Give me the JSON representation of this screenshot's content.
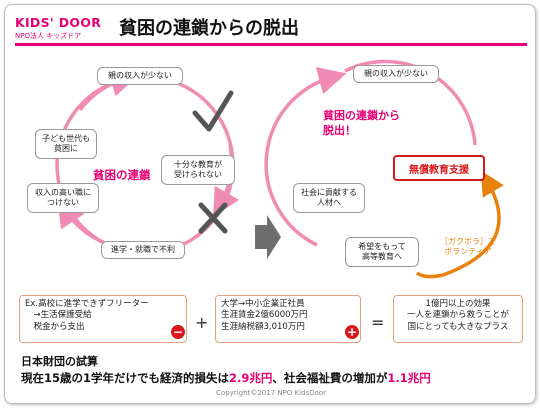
{
  "header": {
    "logo_main": "KIDS' DOOR",
    "logo_sub": "NPO法人 キッズドア",
    "title": "貧困の連鎖からの脱出"
  },
  "left_cycle": {
    "label": "貧困の連鎖",
    "nodes": [
      "親の収入が少ない",
      "十分な教育が\n受けられない",
      "進学・就職で不利",
      "収入の高い職に\nつけない",
      "子ども世代も\n貧困に"
    ]
  },
  "right_cycle": {
    "label": "貧困の連鎖から\n脱出！",
    "nodes": [
      "親の収入が少ない",
      "希望をもって\n高等教育へ",
      "社会に貢献する\n人材へ"
    ],
    "highlight": "無償教育支援",
    "volunteer": "［ガクボラ］で\nボランティア"
  },
  "bottom": {
    "box1": "Ex.高校に進学できずフリーター\n　→生活保護受給\n　税金から支出",
    "minus": "−",
    "op_plus": "+",
    "box2": "大学→中小企業正社員\n生涯賃金2億6000万円\n生涯納税額3,010万円",
    "plus": "+",
    "op_equal": "=",
    "box3": "1億円以上の効果\n一人を連鎖から救うことが\n国にとっても大きなプラス"
  },
  "footer": {
    "title": "日本財団の試算",
    "line_a": "現在15歳の1学年だけでも経済的損失は",
    "amount1": "2.9兆円",
    "line_b": "、社会福祉費の増加が",
    "amount2": "1.1兆円"
  },
  "copyright": "Copyright©2017 NPO KidsDoor",
  "colors": {
    "accent": "#e60073",
    "pink_arrow": "#f08cb4",
    "red": "#d7191c",
    "orange": "#e8820f"
  }
}
